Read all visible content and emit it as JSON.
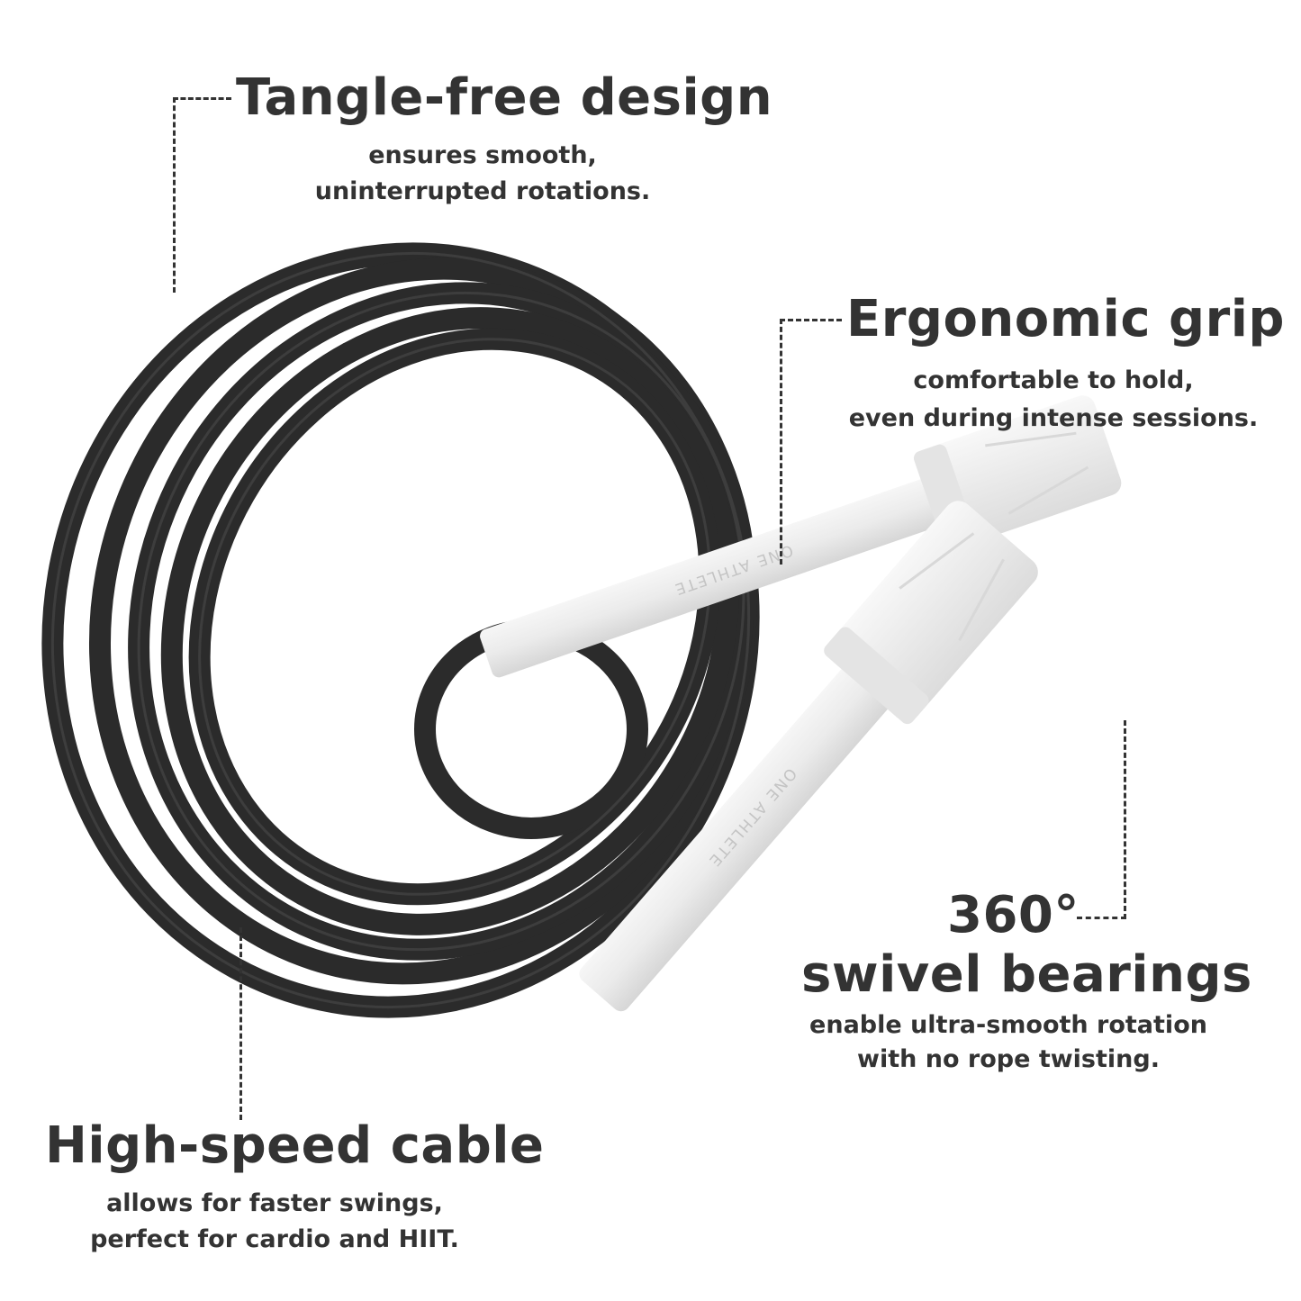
{
  "callouts": {
    "tangle": {
      "title": "Tangle-free design",
      "line1": "ensures smooth,",
      "line2": "uninterrupted rotations."
    },
    "grip": {
      "title": "Ergonomic grip",
      "line1": "comfortable to hold,",
      "line2": "even during intense sessions."
    },
    "bearings": {
      "title_line1": "360°",
      "title_line2": "swivel bearings",
      "line1": "enable ultra-smooth rotation",
      "line2": "with no rope twisting."
    },
    "cable": {
      "title": "High-speed cable",
      "line1": "allows for faster swings,",
      "line2": "perfect for cardio and HIIT."
    }
  },
  "product": {
    "brand_handle_1": "ONE ATHLETE",
    "brand_handle_2": "ONE ATHLETE"
  },
  "colors": {
    "text": "#333333",
    "rope": "#2b2b2b",
    "handle": "#ececec"
  }
}
